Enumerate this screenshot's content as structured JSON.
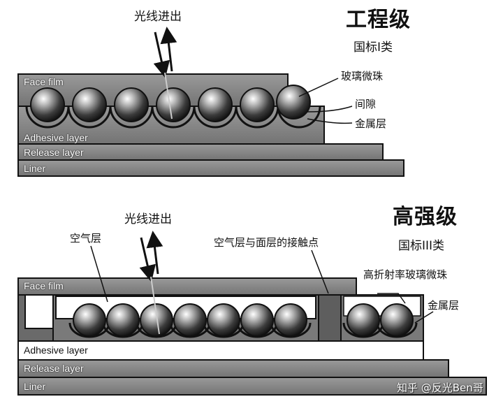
{
  "top": {
    "title": "工程级",
    "subtitle": "国标I类",
    "light_label": "光线进出",
    "layers": {
      "face_film": "Face film",
      "adhesive": "Adhesive layer",
      "release": "Release layer",
      "liner": "Liner"
    },
    "callouts": {
      "beads": "玻璃微珠",
      "gap": "间隙",
      "metal": "金属层"
    }
  },
  "bottom": {
    "title": "高强级",
    "subtitle": "国标III类",
    "light_label": "光线进出",
    "layers": {
      "face_film": "Face film",
      "adhesive": "Adhesive layer",
      "release": "Release layer",
      "liner": "Liner"
    },
    "callouts": {
      "air": "空气层",
      "contact": "空气层与面层的接触点",
      "beads": "高折射率玻璃微珠",
      "metal": "金属层"
    }
  },
  "watermark": "知乎 @反光Ben哥",
  "colors": {
    "outline": "#111111",
    "layer_fill": "#8a8a8a",
    "layer_dark": "#6a6a6a",
    "air_fill": "#ffffff"
  }
}
